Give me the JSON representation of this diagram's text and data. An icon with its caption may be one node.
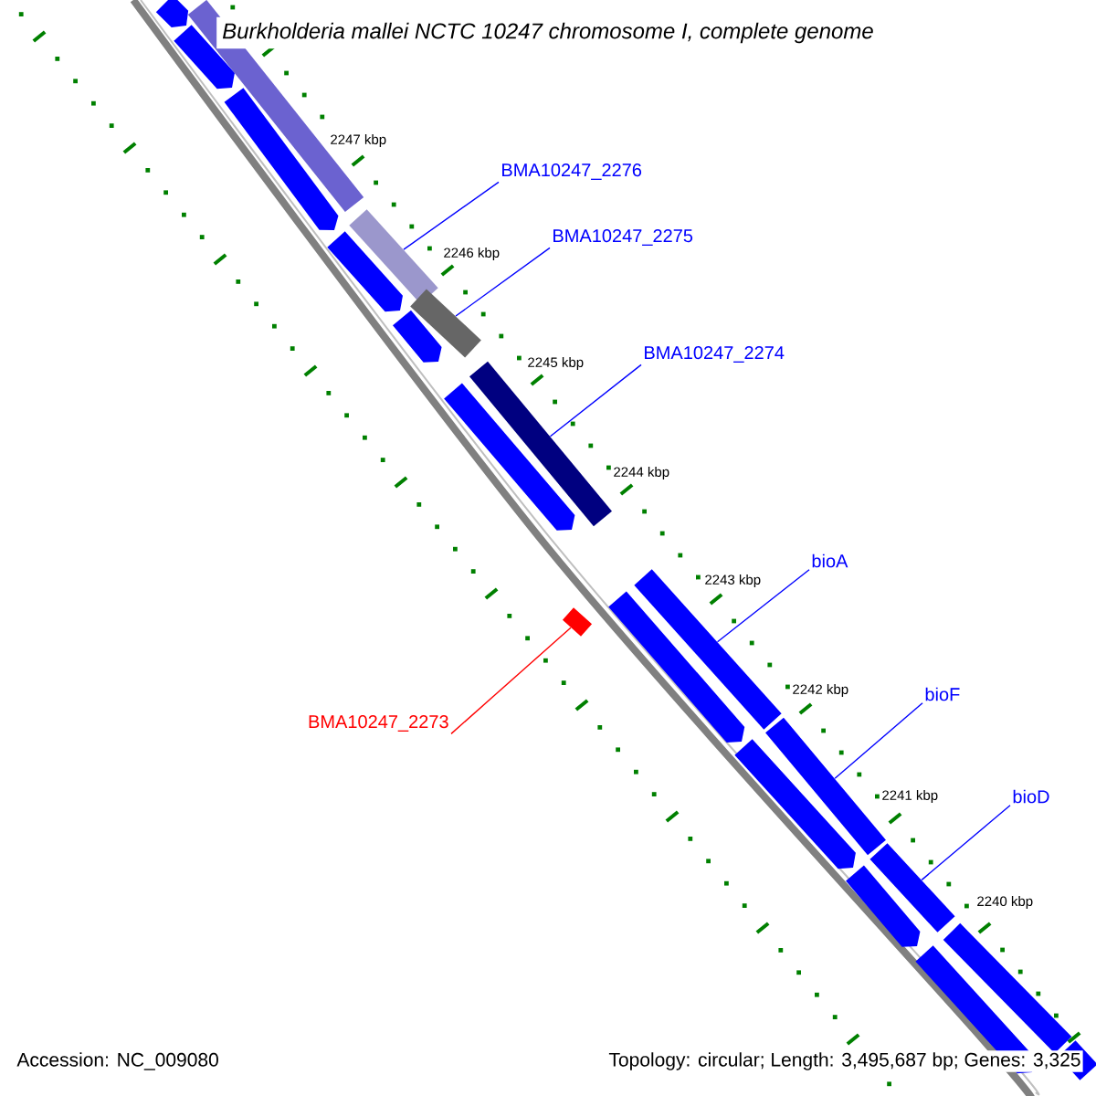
{
  "diagram": {
    "title": "Burkholderia mallei NCTC 10247 chromosome I, complete genome",
    "nodes": [
      {
        "text": [
          "BMA10247_2276"
        ]
      },
      {
        "text": [
          "BMA10247_2275"
        ]
      },
      {
        "text": [
          "BMA10247_2274"
        ]
      },
      {
        "text": [
          "bioA"
        ]
      },
      {
        "text": [
          "bioF"
        ]
      },
      {
        "text": [
          "BMA10247_2273"
        ]
      },
      {
        "text": [
          "bioD"
        ]
      },
      {
        "text": [],
        "shape": "arrow"
      },
      {
        "text": [],
        "shape": "arrow"
      },
      {
        "text": [],
        "shape": "bar"
      },
      {
        "text": [],
        "shape": "arrow"
      },
      {
        "text": [],
        "shape": "bar"
      },
      {
        "text": [],
        "shape": "arrow"
      },
      {
        "text": [],
        "shape": "bar"
      },
      {
        "text": [],
        "shape": "arrow"
      },
      {
        "text": [],
        "shape": "bar"
      },
      {
        "text": [],
        "shape": "arrow"
      },
      {
        "text": [],
        "shape": "bar"
      },
      {
        "text": [],
        "shape": "bar"
      },
      {
        "text": [],
        "shape": "arrow"
      },
      {
        "text": [],
        "shape": "bar"
      },
      {
        "text": [],
        "shape": "arrow"
      },
      {
        "text": [],
        "shape": "bar"
      },
      {
        "text": [],
        "shape": "arrow"
      },
      {
        "text": [],
        "shape": "bar"
      },
      {
        "text": [],
        "shape": "arrow"
      },
      {
        "text": [],
        "shape": "bar"
      }
    ],
    "edges": [
      {
        "from": 0,
        "to": 11,
        "arrow": "none"
      },
      {
        "from": 1,
        "to": 13,
        "arrow": "none"
      },
      {
        "from": 2,
        "to": 15,
        "arrow": "none"
      },
      {
        "from": 3,
        "to": 18,
        "arrow": "none"
      },
      {
        "from": 4,
        "to": 20,
        "arrow": "none"
      },
      {
        "from": 5,
        "to": 17,
        "arrow": "none",
        "color": "#ff0000"
      },
      {
        "from": 6,
        "to": 22,
        "arrow": "none"
      }
    ],
    "labels": [
      "2247 kbp",
      "2246 kbp",
      "2245 kbp",
      "2244 kbp",
      "2243 kbp",
      "2242 kbp",
      "2241 kbp",
      "2240 kbp",
      "Accession: NC_009080",
      "Topology: circular; Length: 3,495,687 bp; Genes: 3,325"
    ]
  }
}
